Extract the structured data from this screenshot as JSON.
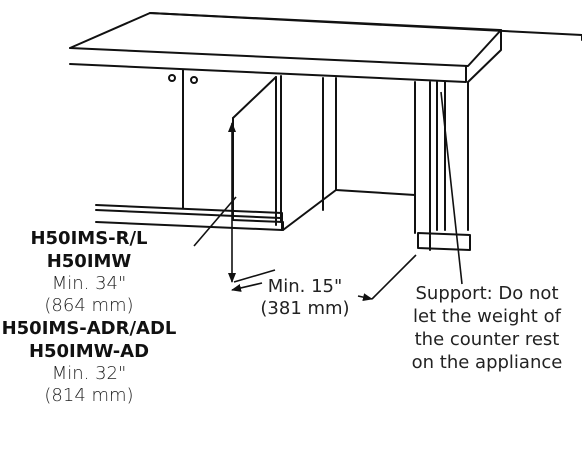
{
  "diagram": {
    "height_label": {
      "model_group_1": [
        "H50IMS-R/L",
        "H50IMW"
      ],
      "min_1": "Min. 34\"",
      "mm_1": "(864 mm)",
      "model_group_2": [
        "H50IMS-ADR/ADL",
        "H50IMW-AD"
      ],
      "min_2": "Min. 32\"",
      "mm_2": "(814 mm)"
    },
    "width_label": {
      "min": "Min. 15\"",
      "mm": "(381 mm)"
    },
    "support_note": {
      "lines": [
        "Support: Do not",
        "let the weight of",
        "the counter rest",
        "on the appliance"
      ]
    }
  },
  "colors": {
    "line": "#111111",
    "background": "#ffffff"
  }
}
